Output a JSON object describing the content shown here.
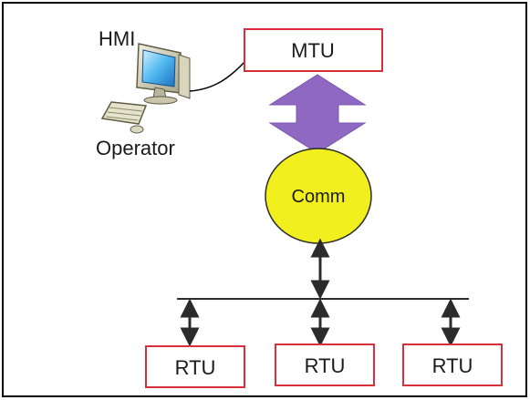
{
  "labels": {
    "hmi": "HMI",
    "operator": "Operator",
    "mtu": "MTU",
    "comm": "Comm",
    "rtus": [
      "RTU",
      "RTU",
      "RTU"
    ]
  },
  "icons": {
    "workstation": "computer-workstation-icon",
    "updown_arrow": "double-arrow-icon"
  },
  "colors": {
    "frame": "#000000",
    "box_border": "#d8303a",
    "arrow_fill": "#8f68c2",
    "comm_fill": "#f2ef1f",
    "line": "#2b2b2b",
    "text": "#1a1a1a"
  }
}
